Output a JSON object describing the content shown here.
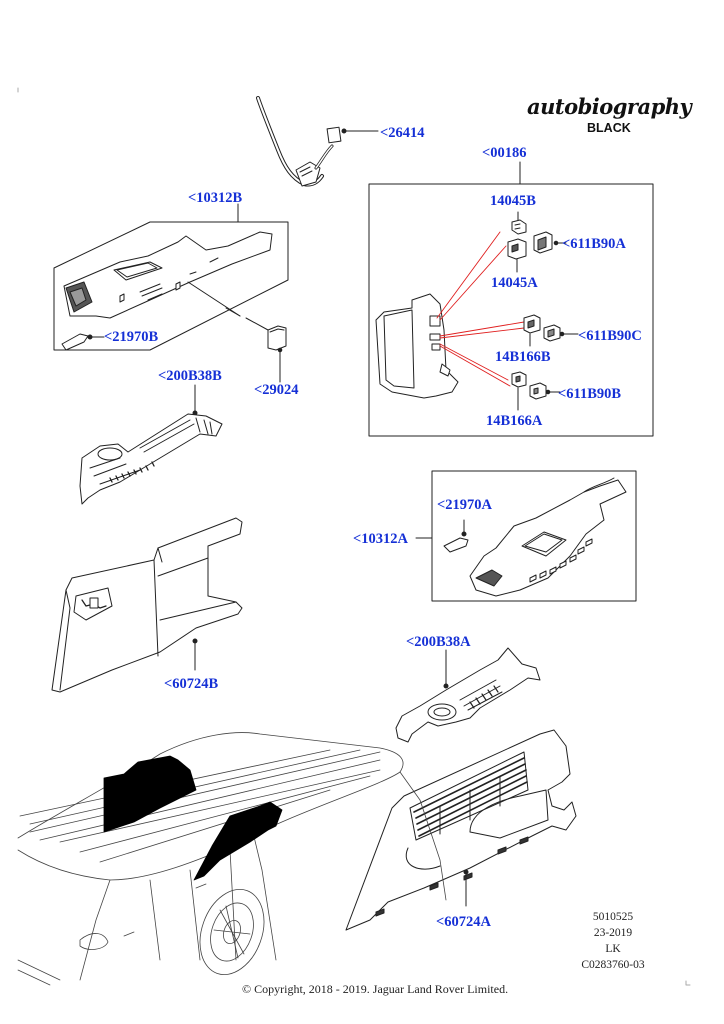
{
  "brand": {
    "title": "autobiography",
    "subtitle": "BLACK"
  },
  "callouts": {
    "c26414": "<26414",
    "c00186": "<00186",
    "c10312B": "<10312B",
    "c21970B": "<21970B",
    "c29024": "<29024",
    "c200B38B": "<200B38B",
    "c14045B": "14045B",
    "c14045A": "14045A",
    "c611B90A": "<611B90A",
    "c611B90C": "<611B90C",
    "c14B166B": "14B166B",
    "c611B90B": "<611B90B",
    "c14B166A": "14B166A",
    "c21970A": "<21970A",
    "c10312A": "<10312A",
    "c60724B": "<60724B",
    "c200B38A": "<200B38A",
    "c60724A": "<60724A"
  },
  "meta": {
    "illustration_number": "5010525",
    "date_code": "23-2019",
    "author": "LK",
    "drawing_id": "C0283760-03"
  },
  "copyright": "© Copyright, 2018 - 2019. Jaguar Land Rover Limited.",
  "colors": {
    "callout": "#1530d6",
    "leader_red": "#e02020",
    "line": "#222222"
  }
}
